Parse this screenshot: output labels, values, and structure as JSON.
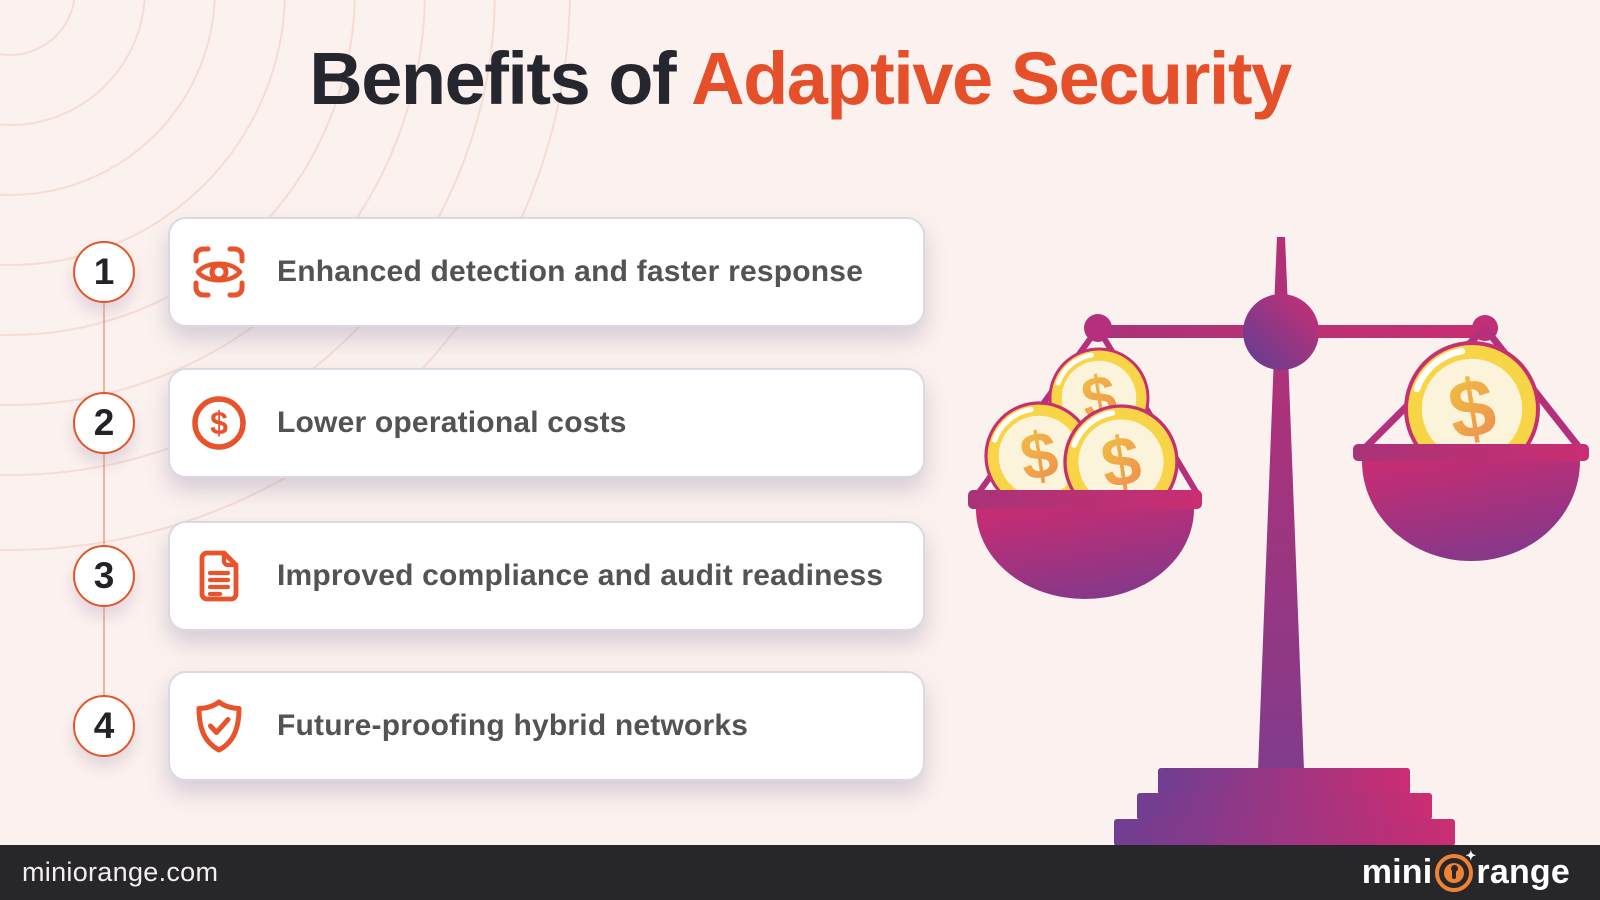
{
  "title": {
    "prefix": "Benefits of",
    "highlight": "Adaptive Security"
  },
  "benefits": {
    "items": [
      {
        "number": "1",
        "label": "Enhanced detection and faster response",
        "icon": "scan-eye-icon"
      },
      {
        "number": "2",
        "label": "Lower operational costs",
        "icon": "dollar-circle-icon"
      },
      {
        "number": "3",
        "label": "Improved compliance and audit readiness",
        "icon": "document-icon"
      },
      {
        "number": "4",
        "label": "Future-proofing hybrid networks",
        "icon": "shield-check-icon"
      }
    ]
  },
  "illustration": {
    "name": "balance-scale-with-coins",
    "left_pan_coin_count": 3,
    "right_pan_coin_count": 1,
    "coin_symbol": "$"
  },
  "footer": {
    "website": "miniorange.com",
    "brand_prefix": "mini",
    "brand_suffix": "range"
  },
  "colors": {
    "background": "#fbf1ee",
    "accent_orange": "#e8532c",
    "title_dark": "#26262e",
    "title_orange": "#e5502b",
    "magenta": "#c22d74",
    "purple": "#743d90",
    "coin_yellow": "#f8d447",
    "footer_bg": "#26262b",
    "logo_orange": "#ef8233"
  }
}
